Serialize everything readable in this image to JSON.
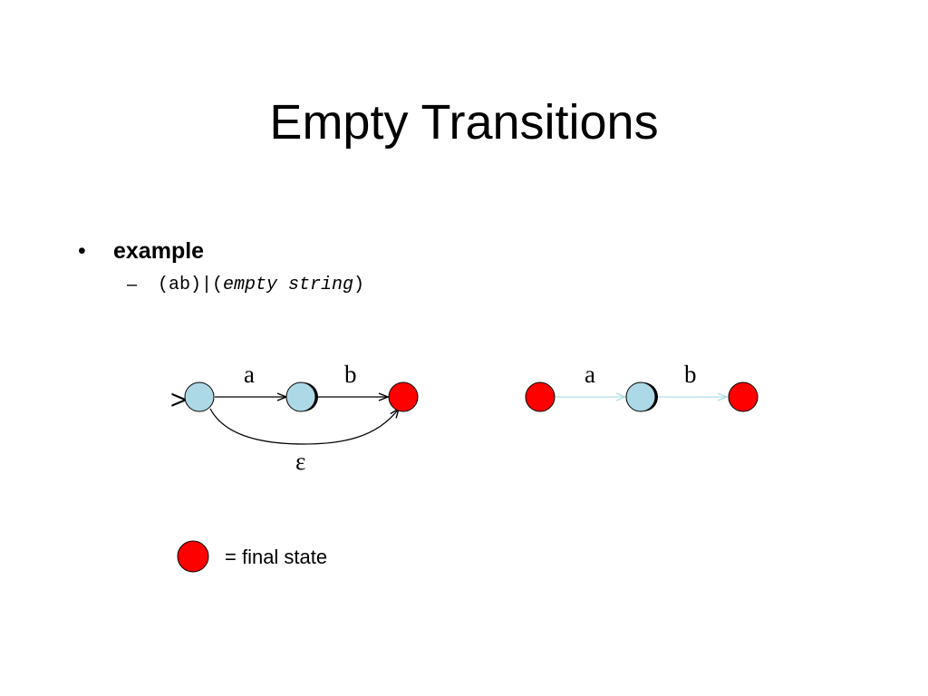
{
  "slide": {
    "title": "Empty Transitions",
    "bullet": {
      "marker": "•",
      "text": "example"
    },
    "sub_bullet": {
      "marker": "–",
      "prefix": "(ab)|(",
      "italic": "empty string",
      "suffix": ")"
    },
    "legend": {
      "label": "= final state"
    }
  },
  "diagrams": {
    "left": {
      "start_marker": ">",
      "transitions": [
        {
          "from": "q0",
          "to": "q1",
          "label": "a"
        },
        {
          "from": "q1",
          "to": "q2",
          "label": "b"
        },
        {
          "from": "q0",
          "to": "q2",
          "label": "ε"
        }
      ]
    },
    "right": {
      "transitions": [
        {
          "from": "p0",
          "to": "p1",
          "label": "a"
        },
        {
          "from": "p1",
          "to": "p2",
          "label": "b"
        }
      ]
    }
  },
  "colors": {
    "normal_state": "#add8e6",
    "final_state": "#ff0000",
    "edge_left": "#000000",
    "edge_right": "#b0e0e6"
  }
}
